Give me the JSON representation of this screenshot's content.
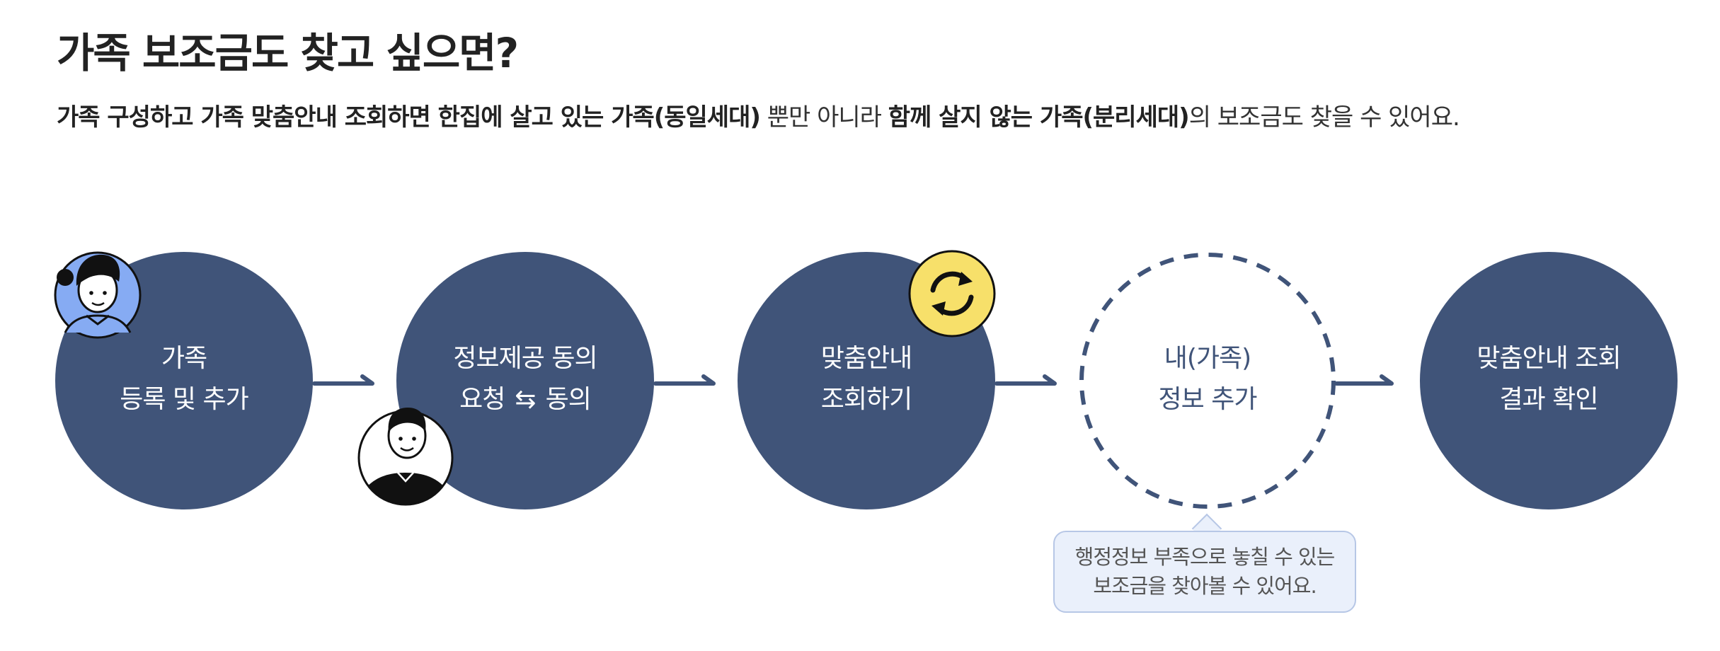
{
  "header": {
    "title": "가족 보조금도 찾고 싶으면?",
    "subtitle": {
      "part1_bold": "가족 구성하고 가족 맞춤안내 조회하면 한집에 살고 있는 가족(동일세대)",
      "part2": " 뿐만 아니라 ",
      "part3_bold": "함께 살지 않는 가족(분리세대)",
      "part4": "의 보조금도 찾을 수 있어요."
    }
  },
  "steps": [
    {
      "line1": "가족",
      "line2": "등록 및 추가",
      "style": "filled"
    },
    {
      "line1": "정보제공 동의",
      "line2a": "요청",
      "line2_icon": "⇆",
      "line2b": "동의",
      "style": "filled"
    },
    {
      "line1": "맞춤안내",
      "line2": "조회하기",
      "style": "filled"
    },
    {
      "line1": "내(가족)",
      "line2": "정보 추가",
      "style": "dashed"
    },
    {
      "line1": "맞춤안내 조회",
      "line2": "결과 확인",
      "style": "filled"
    }
  ],
  "callout": {
    "line1": "행정정보 부족으로 놓칠 수 있는",
    "line2": "보조금을 찾아볼 수 있어요."
  },
  "icons": {
    "woman_avatar": "woman-avatar-icon",
    "man_avatar": "man-avatar-icon",
    "refresh": "refresh-icon",
    "arrow": "arrow-right-icon",
    "swap": "swap-arrows-icon"
  },
  "colors": {
    "circle": "#405479",
    "dashed": "#405479",
    "refresh_bg": "#f7e06a",
    "woman_bg": "#86abf3",
    "text_on_circle": "#ffffff",
    "callout_bg": "#eaf0fb"
  }
}
